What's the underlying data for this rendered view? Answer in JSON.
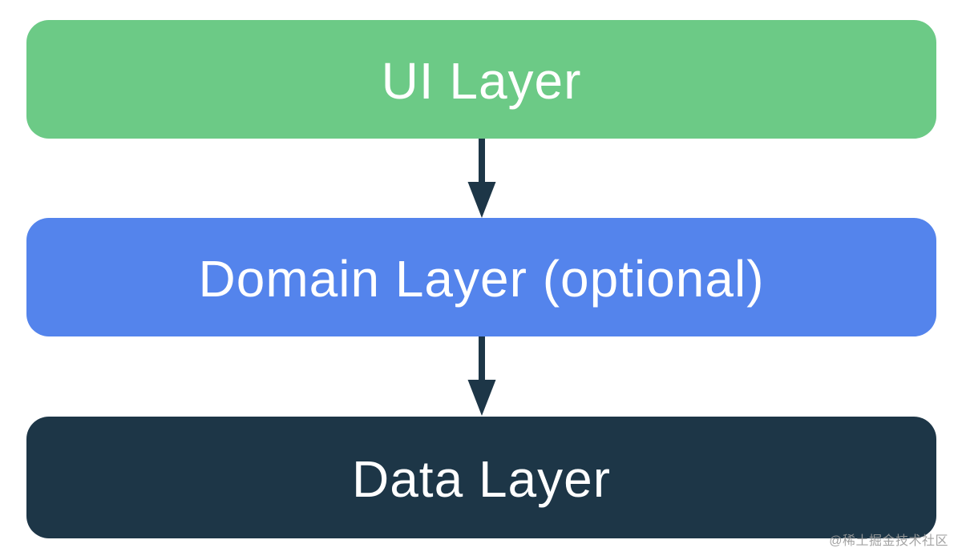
{
  "diagram": {
    "title_semantic": "android-app-architecture-layers",
    "background_color": "#ffffff",
    "layers": [
      {
        "id": "ui",
        "label": "UI Layer",
        "color": "#6cca86",
        "text_color": "#ffffff"
      },
      {
        "id": "domain",
        "label": "Domain Layer (optional)",
        "color": "#5484ec",
        "text_color": "#ffffff"
      },
      {
        "id": "data",
        "label": "Data Layer",
        "color": "#1d3647",
        "text_color": "#ffffff"
      }
    ],
    "arrows": [
      {
        "from": "ui",
        "to": "domain",
        "direction": "down"
      },
      {
        "from": "domain",
        "to": "data",
        "direction": "down"
      }
    ],
    "arrow_color": "#1d3647",
    "watermark": {
      "text": "@稀土掘金技术社区",
      "color": "#9b9b9b"
    }
  }
}
